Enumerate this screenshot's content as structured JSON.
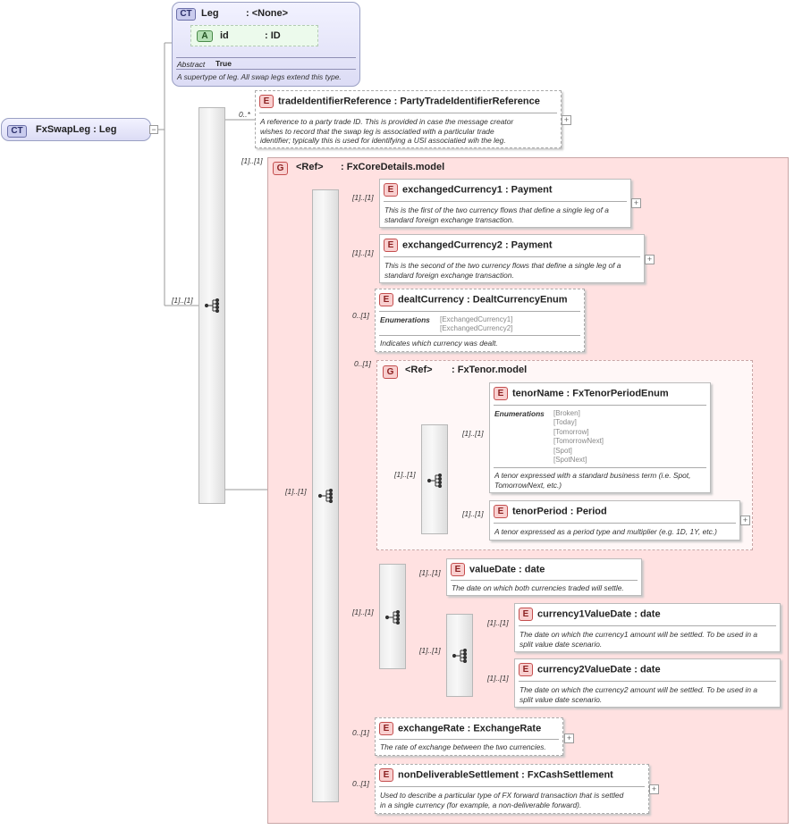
{
  "root": {
    "badge": "CT",
    "name": "FxSwapLeg : Leg",
    "collapse": "−"
  },
  "base": {
    "badge": "CT",
    "name": "Leg",
    "type": ": <None>",
    "attribute": {
      "badge": "A",
      "name": "id",
      "type": ": ID"
    },
    "abstract_label": "Abstract",
    "abstract_value": "True",
    "doc": "A supertype of leg. All swap legs extend this type."
  },
  "multiplicities": {
    "outer_seq": "[1]..[1]",
    "trade_id": "0..*",
    "group_core": "[1]..[1]",
    "core_seq": "[1]..[1]",
    "ex1": "[1]..[1]",
    "ex2": "[1]..[1]",
    "dealt": "0..[1]",
    "tenor_group": "0..[1]",
    "tenor_seq": "[1]..[1]",
    "tenor_name": "[1]..[1]",
    "tenor_period": "[1]..[1]",
    "value_seq": "[1]..[1]",
    "value_date": "[1]..[1]",
    "inner_value_seq": "[1]..[1]",
    "c1": "[1]..[1]",
    "c2": "[1]..[1]",
    "rate": "0..[1]",
    "ndf": "0..[1]"
  },
  "elements": {
    "trade_id": {
      "badge": "E",
      "name": "tradeIdentifierReference",
      "type": ": PartyTradeIdentifierReference",
      "doc": [
        "A reference to a party trade ID. This is provided in case the message creator",
        "wishes to record that the swap leg is associatied with a particular trade",
        "identifier; typically this is used for identifying a USI associatied wih the leg."
      ]
    },
    "ex1": {
      "badge": "E",
      "name": "exchangedCurrency1",
      "type": ": Payment",
      "doc": [
        "This is the first of the two currency flows that define a single leg of a",
        "standard foreign exchange transaction."
      ]
    },
    "ex2": {
      "badge": "E",
      "name": "exchangedCurrency2",
      "type": ": Payment",
      "doc": [
        "This is the second of the two currency flows that define a single leg of a",
        "standard foreign exchange transaction."
      ]
    },
    "dealt": {
      "badge": "E",
      "name": "dealtCurrency",
      "type": ": DealtCurrencyEnum",
      "enum_label": "Enumerations",
      "enums": [
        "[ExchangedCurrency1]",
        "[ExchangedCurrency2]"
      ],
      "doc": [
        "Indicates which currency was dealt."
      ]
    },
    "tenor_name": {
      "badge": "E",
      "name": "tenorName",
      "type": ": FxTenorPeriodEnum",
      "enum_label": "Enumerations",
      "enums": [
        "[Broken]",
        "[Today]",
        "[Tomorrow]",
        "[TomorrowNext]",
        "[Spot]",
        "[SpotNext]"
      ],
      "doc": [
        "A tenor expressed with a standard business term (i.e. Spot,",
        "TomorrowNext, etc.)"
      ]
    },
    "tenor_period": {
      "badge": "E",
      "name": "tenorPeriod",
      "type": ": Period",
      "doc": [
        "A tenor expressed as a period type and multiplier (e.g. 1D, 1Y, etc.)"
      ]
    },
    "value_date": {
      "badge": "E",
      "name": "valueDate",
      "type": ": date",
      "doc": [
        "The date on which both currencies traded will settle."
      ]
    },
    "c1": {
      "badge": "E",
      "name": "currency1ValueDate",
      "type": ": date",
      "doc": [
        "The date on which the currency1 amount will be settled. To be used in a",
        "split value date scenario."
      ]
    },
    "c2": {
      "badge": "E",
      "name": "currency2ValueDate",
      "type": ": date",
      "doc": [
        "The date on which the currency2 amount will be settled. To be used in a",
        "split value date scenario."
      ]
    },
    "rate": {
      "badge": "E",
      "name": "exchangeRate",
      "type": ": ExchangeRate",
      "doc": [
        "The rate of exchange between the two currencies."
      ]
    },
    "ndf": {
      "badge": "E",
      "name": "nonDeliverableSettlement",
      "type": ": FxCashSettlement",
      "doc": [
        "Used to describe a particular type of FX forward transaction that is settled",
        "in a single currency (for example, a non-deliverable forward)."
      ]
    }
  },
  "groups": {
    "core": {
      "badge": "G",
      "ref": "<Ref>",
      "name": ": FxCoreDetails.model"
    },
    "tenor": {
      "badge": "G",
      "ref": "<Ref>",
      "name": ": FxTenor.model"
    }
  },
  "expand_symbol": "+"
}
